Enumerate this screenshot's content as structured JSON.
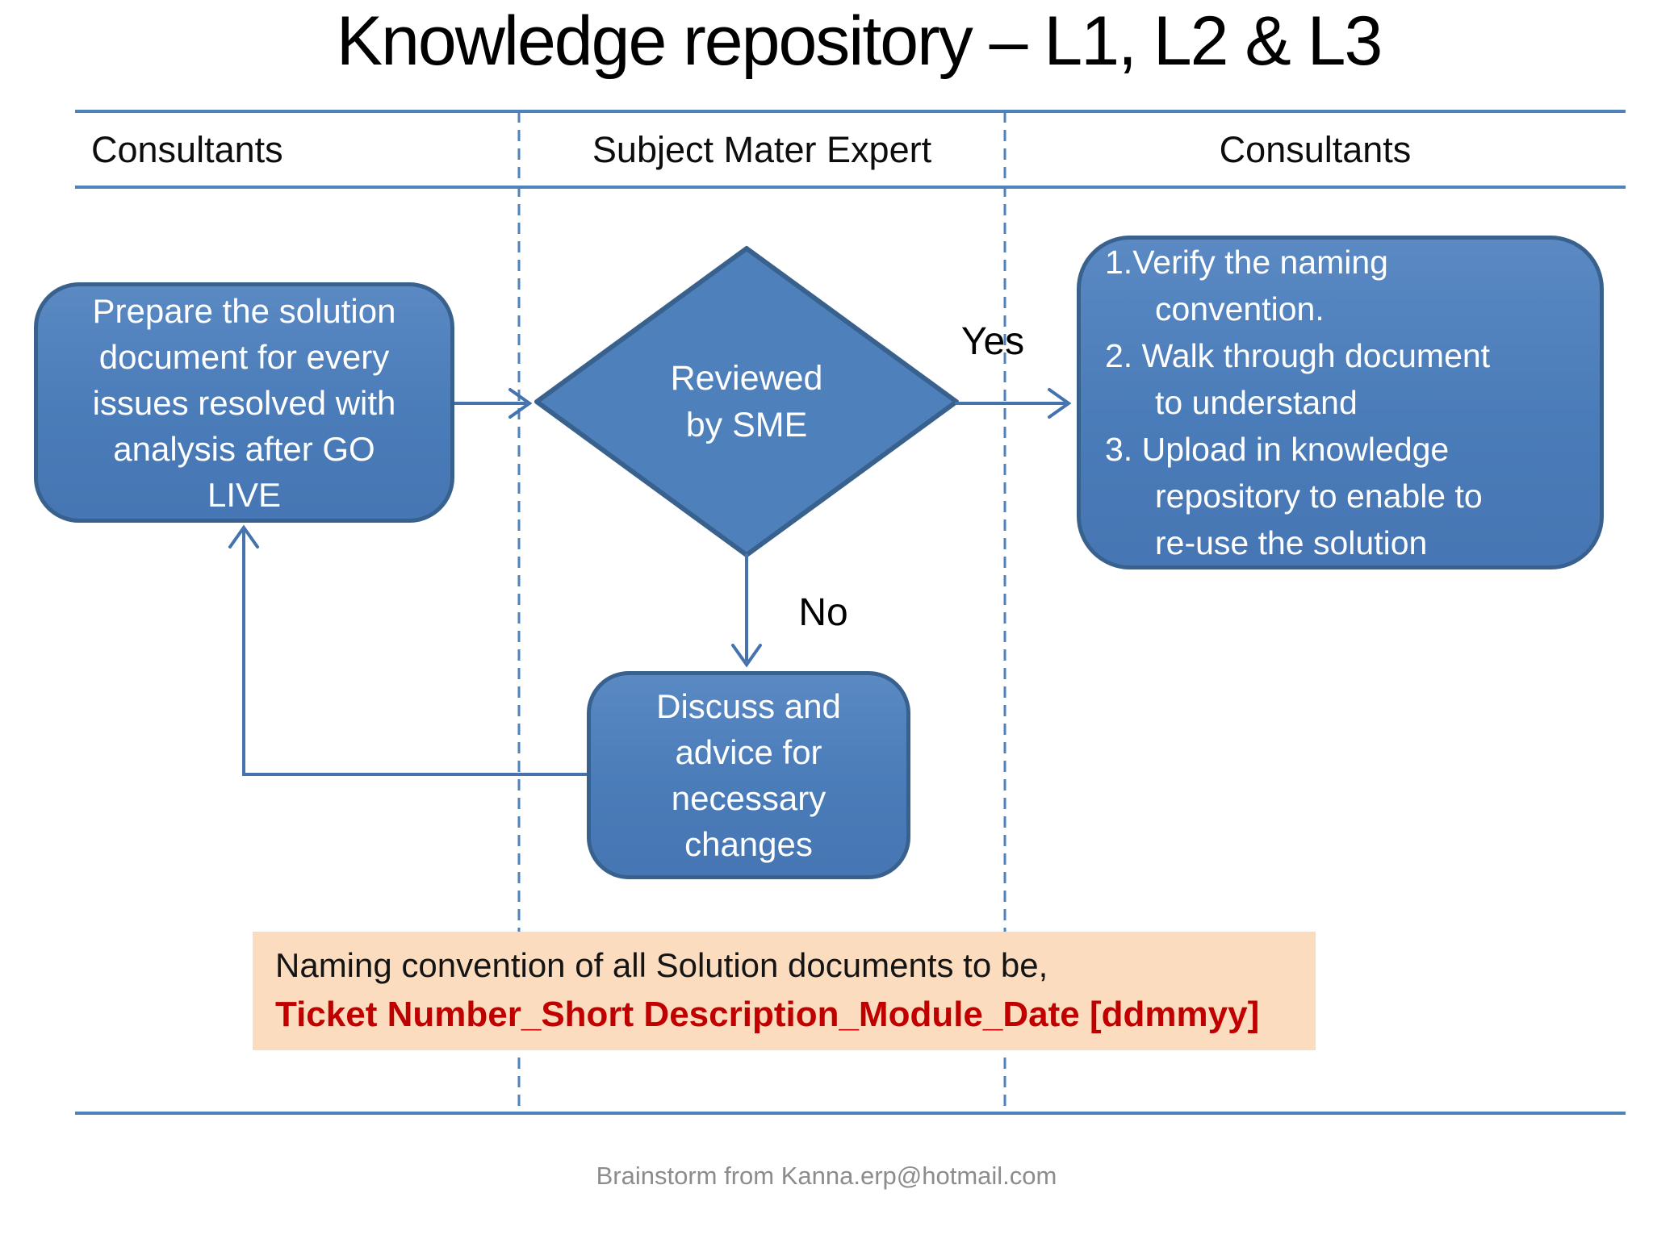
{
  "title": "Knowledge repository – L1, L2 & L3",
  "lanes": {
    "left": "Consultants",
    "middle": "Subject Mater Expert",
    "right": "Consultants"
  },
  "flow": {
    "prepare_box": {
      "lines": [
        "Prepare the solution",
        "document for every",
        "issues resolved with",
        "analysis after GO",
        "LIVE"
      ]
    },
    "decision": {
      "lines": [
        "Reviewed",
        "by SME"
      ]
    },
    "yes_label": "Yes",
    "no_label": "No",
    "verify_box": {
      "lines": [
        "1.Verify the naming",
        "convention.",
        "2. Walk through document",
        "to understand",
        "3. Upload in knowledge",
        "repository to enable to",
        "re-use the solution"
      ]
    },
    "discuss_box": {
      "lines": [
        "Discuss and",
        "advice for",
        "necessary",
        "changes"
      ]
    }
  },
  "note": {
    "line1": "Naming convention of all Solution documents to be,",
    "line2": "Ticket Number_Short Description_Module_Date [ddmmyy]"
  },
  "footer": "Brainstorm from Kanna.erp@hotmail.com",
  "colors": {
    "shape_fill": "#4E80BC",
    "shape_border": "#39618D",
    "connector": "#4573AE",
    "rule_blue": "#4F81BD",
    "note_bg": "#FBDCBE",
    "note_red": "#C00000",
    "footer_gray": "#8C8C8C"
  }
}
